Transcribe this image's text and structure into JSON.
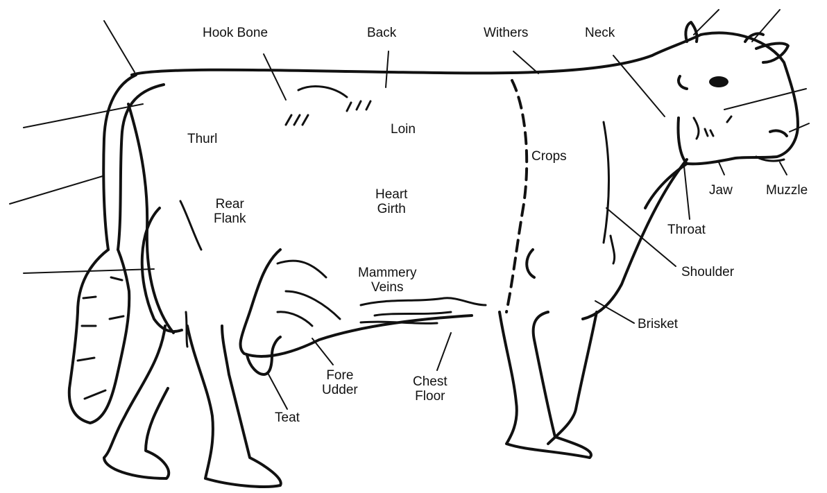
{
  "labels": {
    "hook_bone": "Hook Bone",
    "back": "Back",
    "withers": "Withers",
    "neck": "Neck",
    "thurl": "Thurl",
    "loin": "Loin",
    "crops": "Crops",
    "jaw": "Jaw",
    "muzzle": "Muzzle",
    "rear_flank": "Rear\nFlank",
    "heart_girth": "Heart\nGirth",
    "throat": "Throat",
    "shoulder": "Shoulder",
    "mammery_veins": "Mammery\nVeins",
    "brisket": "Brisket",
    "fore_udder": "Fore\nUdder",
    "chest_floor": "Chest\nFloor",
    "teat": "Teat"
  },
  "colors": {
    "ink": "#111111",
    "background": "#ffffff"
  }
}
